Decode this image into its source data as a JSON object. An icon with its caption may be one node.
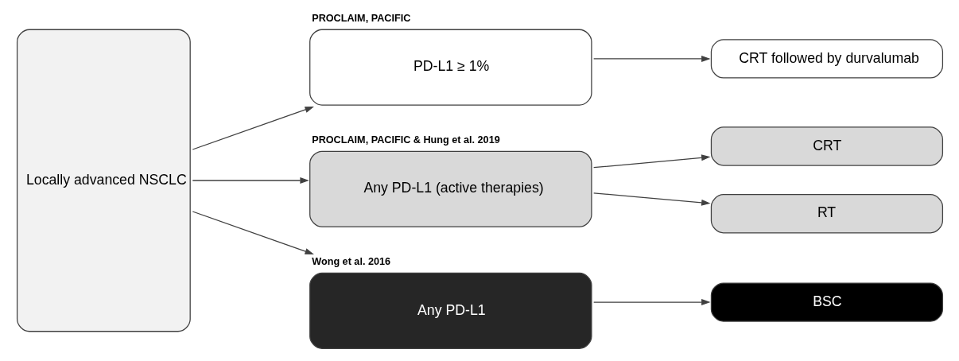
{
  "diagram": {
    "nodes": [
      {
        "text": [
          "Locally advanced NSCLC"
        ]
      },
      {
        "text": [
          "PD-L1 ≥ 1%"
        ],
        "beside": [
          "PROCLAIM, PACIFIC"
        ]
      },
      {
        "text": [
          "Any PD-L1 (active therapies)"
        ],
        "beside": [
          "PROCLAIM, PACIFIC & Hung et al. 2019"
        ]
      },
      {
        "text": [
          "Any PD-L1"
        ],
        "beside": [
          "Wong et al. 2016"
        ]
      },
      {
        "text": [
          "CRT followed by durvalumab"
        ]
      },
      {
        "text": [
          "CRT"
        ]
      },
      {
        "text": [
          "RT"
        ]
      },
      {
        "text": [
          "BSC"
        ]
      }
    ],
    "edges": [
      {
        "from": 0,
        "to": 1,
        "arrow": "to"
      },
      {
        "from": 0,
        "to": 2,
        "arrow": "to"
      },
      {
        "from": 0,
        "to": 3,
        "arrow": "to"
      },
      {
        "from": 1,
        "to": 4,
        "arrow": "to"
      },
      {
        "from": 2,
        "to": 5,
        "arrow": "to"
      },
      {
        "from": 2,
        "to": 6,
        "arrow": "to"
      },
      {
        "from": 3,
        "to": 7,
        "arrow": "to"
      }
    ]
  }
}
